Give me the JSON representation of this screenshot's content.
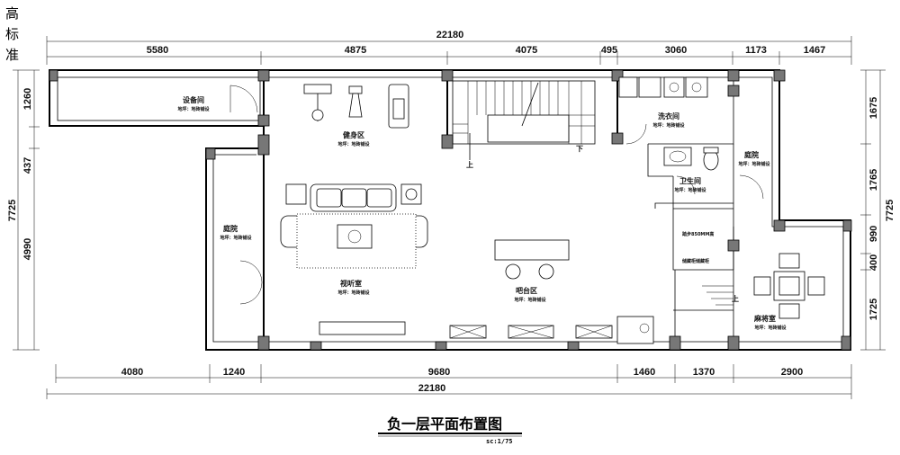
{
  "brand": [
    "高",
    "标",
    "准"
  ],
  "title": "负一层平面布置图",
  "scale": "sc:1/75",
  "dimensions": {
    "top_total": "22180",
    "top": [
      "5580",
      "4875",
      "4075",
      "495",
      "3060",
      "1173",
      "1467"
    ],
    "bottom_total": "22180",
    "bottom": [
      "4080",
      "1240",
      "9680",
      "1460",
      "1370",
      "2900"
    ],
    "left_total": "7725",
    "left": [
      "1260",
      "437",
      "4990"
    ],
    "right_total": "7725",
    "right": [
      "1675",
      "1765",
      "990",
      "400",
      "1725"
    ]
  },
  "rooms": {
    "equipment": {
      "name": "设备间",
      "floor": "地坪：地砖铺设"
    },
    "gym": {
      "name": "健身区",
      "floor": "地坪：地砖铺设"
    },
    "laundry": {
      "name": "洗衣间",
      "floor": "地坪：地砖铺设"
    },
    "courtyard_right": {
      "name": "庭院",
      "floor": "地坪：地砖铺设"
    },
    "bathroom": {
      "name": "卫生间",
      "floor": "地坪：地砖铺设"
    },
    "courtyard_left": {
      "name": "庭院",
      "floor": "地坪：地砖铺设"
    },
    "av_room": {
      "name": "视听室",
      "floor": "地坪：地砖铺设"
    },
    "bar": {
      "name": "吧台区",
      "floor": "地坪：地砖铺设"
    },
    "mahjong": {
      "name": "麻将室",
      "floor": "地坪：地砖铺设"
    }
  },
  "stair_labels": {
    "up": "上",
    "down": "下",
    "up_right": "上"
  },
  "notes": {
    "step": "踏步850MM高",
    "cabinet": "储藏柜储藏柜"
  }
}
